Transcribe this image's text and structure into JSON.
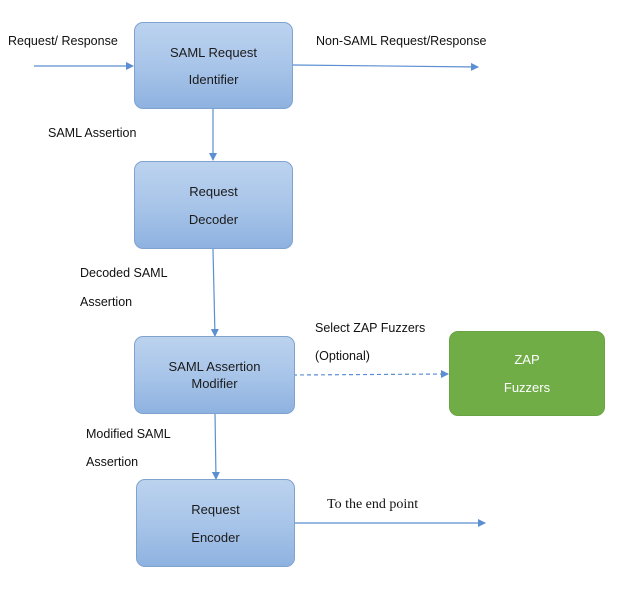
{
  "boxes": {
    "saml_request_identifier": {
      "line1": "SAML Request",
      "line2": "Identifier"
    },
    "request_decoder": {
      "line1": "Request",
      "line2": "Decoder"
    },
    "saml_assertion_modifier": {
      "line1": "SAML Assertion",
      "line2": "Modifier"
    },
    "zap_fuzzers": {
      "line1": "ZAP",
      "line2": "Fuzzers"
    },
    "request_encoder": {
      "line1": "Request",
      "line2": "Encoder"
    }
  },
  "edges": {
    "input": "Request/ Response",
    "non_saml": "Non-SAML Request/Response",
    "saml_assertion": "SAML Assertion",
    "decoded_line1": "Decoded SAML",
    "decoded_line2": "Assertion",
    "select_zap_line1": "Select ZAP Fuzzers",
    "select_zap_line2": "(Optional)",
    "modified_line1": "Modified SAML",
    "modified_line2": "Assertion",
    "to_end_point": "To the end point"
  },
  "colors": {
    "process_box": "#a6c3e8",
    "fuzzer_box": "#70ad47",
    "arrow": "#5b8fd1"
  }
}
